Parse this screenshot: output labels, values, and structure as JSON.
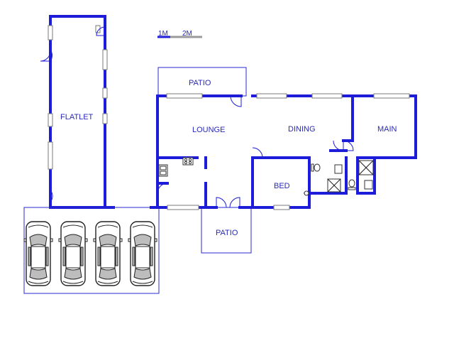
{
  "scale": {
    "label_1": "1M",
    "label_2": "2M"
  },
  "rooms": {
    "flatlet": "FLATLET",
    "patio_top": "PATIO",
    "lounge": "LOUNGE",
    "dining": "DINING",
    "main": "MAIN",
    "bed": "BED",
    "patio_bottom": "PATIO"
  },
  "colors": {
    "wall": "#1c1cd9",
    "label": "#2a2ab8",
    "window": "#7a7a7a"
  }
}
